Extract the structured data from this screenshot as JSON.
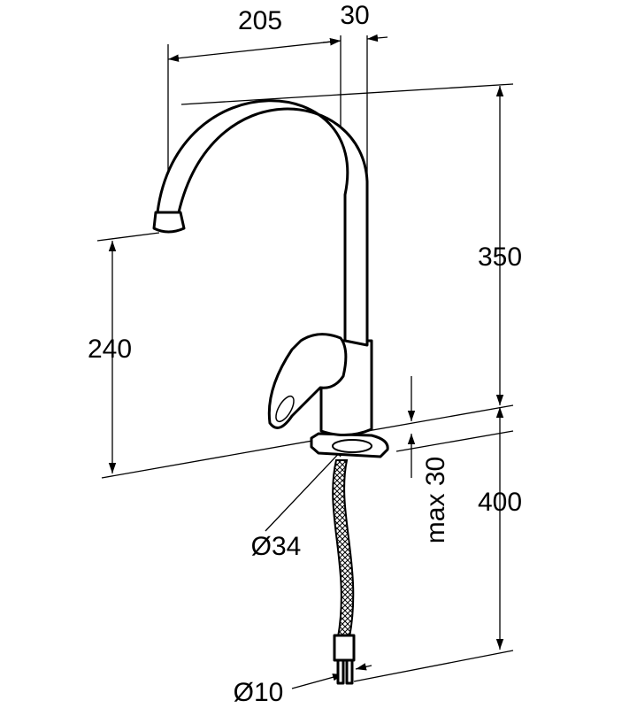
{
  "title": "Kitchen faucet dimension drawing",
  "dimensions": {
    "spout_reach": "205",
    "spout_offset": "30",
    "total_height": "350",
    "spout_height": "240",
    "hose_length": "400",
    "max_countertop": "max 30",
    "hole_diameter": "Ø34",
    "hose_diameter": "Ø10"
  },
  "colors": {
    "line": "#000000",
    "background": "#ffffff"
  }
}
